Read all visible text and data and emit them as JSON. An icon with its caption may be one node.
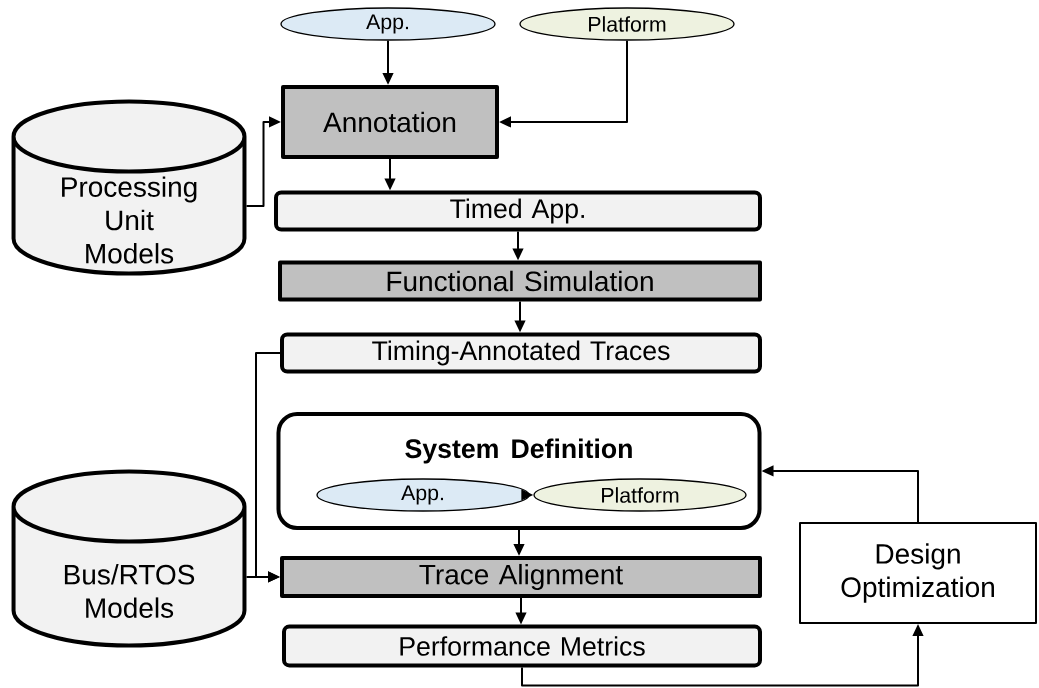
{
  "diagram": {
    "nodes": [
      {
        "text": [
          "App."
        ]
      },
      {
        "text": [
          "Platform"
        ]
      },
      {
        "text": [
          "Annotation"
        ]
      },
      {
        "text": [
          "Processing Unit Models"
        ]
      },
      {
        "text": [
          "Timed App."
        ]
      },
      {
        "text": [
          "Functional Simulation"
        ]
      },
      {
        "text": [
          "Timing-Annotated Traces"
        ]
      },
      {
        "text": [
          "System Definition"
        ]
      },
      {
        "text": [
          "App."
        ],
        "in": 7
      },
      {
        "text": [
          "Platform"
        ],
        "in": 7
      },
      {
        "text": [
          "Bus/RTOS Models"
        ]
      },
      {
        "text": [
          "Trace Alignment"
        ]
      },
      {
        "text": [
          "Design Optimization"
        ]
      },
      {
        "text": [
          "Performance Metrics"
        ]
      }
    ],
    "edges": [
      {
        "from": 0,
        "to": 2,
        "arrow": "to"
      },
      {
        "from": 1,
        "to": 2,
        "arrow": "to"
      },
      {
        "from": 3,
        "to": 2,
        "arrow": "to"
      },
      {
        "from": 2,
        "to": 4,
        "arrow": "to"
      },
      {
        "from": 4,
        "to": 5,
        "arrow": "to"
      },
      {
        "from": 5,
        "to": 6,
        "arrow": "to"
      },
      {
        "from": 6,
        "to": 11,
        "arrow": "to"
      },
      {
        "from": 10,
        "to": 11,
        "arrow": "to"
      },
      {
        "from": 8,
        "to": 9,
        "arrow": "to",
        "style": "dashed"
      },
      {
        "from": 7,
        "to": 11,
        "arrow": "to"
      },
      {
        "from": 11,
        "to": 13,
        "arrow": "to"
      },
      {
        "from": 13,
        "to": 12,
        "arrow": "to"
      },
      {
        "from": 12,
        "to": 7,
        "arrow": "to"
      }
    ]
  }
}
